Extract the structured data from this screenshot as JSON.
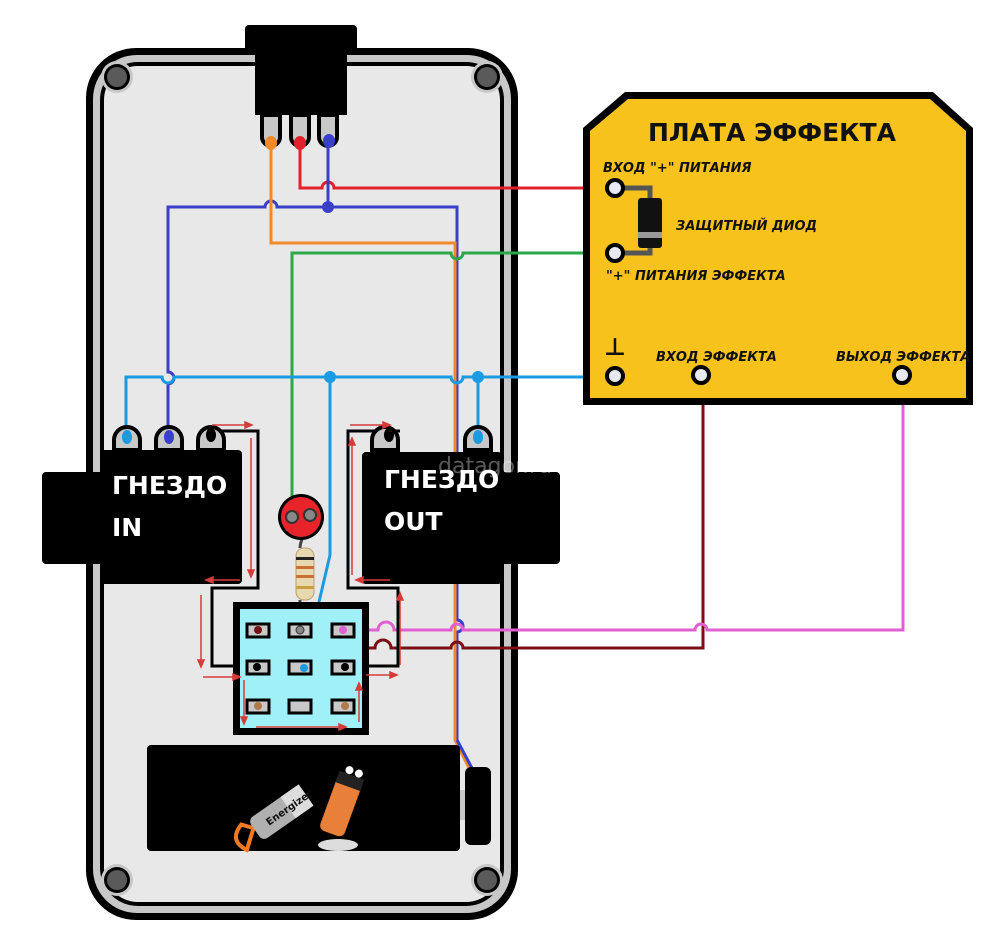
{
  "diagram": {
    "board": {
      "title": "ПЛАТА ЭФФЕКТА",
      "power_in_label": "ВХОД \"+\" ПИТАНИЯ",
      "diode_label": "ЗАЩИТНЫЙ ДИОД",
      "power_effect_label": "\"+\" ПИТАНИЯ ЭФФЕКТА",
      "ground_symbol": "⊥",
      "effect_in_label": "ВХОД ЭФФЕКТА",
      "effect_out_label": "ВЫХОД ЭФФЕКТА",
      "fill_color": "#f7c21b"
    },
    "jack_in": {
      "line1": "ГНЕЗДО",
      "line2": "IN"
    },
    "jack_out": {
      "line1": "ГНЕЗДО",
      "line2": "OUT"
    },
    "battery": {
      "brand": "Energizer"
    },
    "watermark": "datagor.ru",
    "wire_colors": {
      "orange": "#f08a2a",
      "red": "#e0202a",
      "blue": "#3a3fc8",
      "green": "#2aa84a",
      "light_blue": "#1a9ae0",
      "dark_red": "#7a0f14",
      "pink": "#e060d0",
      "brown": "#b07a4a",
      "arrow_red": "#d83a3a"
    }
  }
}
